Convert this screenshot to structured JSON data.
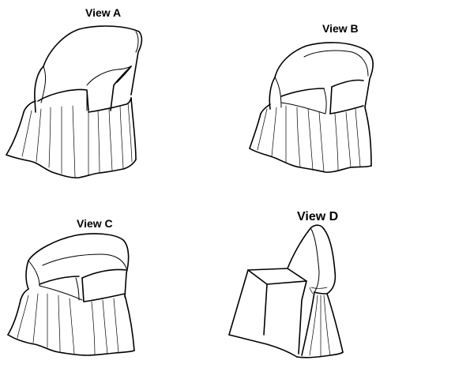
{
  "views": [
    {
      "id": "a",
      "label": "View A",
      "depicts": "armchair-with-gathered-skirt"
    },
    {
      "id": "b",
      "label": "View B",
      "depicts": "tub-chair-with-gathered-skirt"
    },
    {
      "id": "c",
      "label": "View C",
      "depicts": "barrel-chair-with-gathered-skirt"
    },
    {
      "id": "d",
      "label": "View D",
      "depicts": "folding-chair-cover"
    }
  ],
  "colors": {
    "line": "#000000",
    "background": "#ffffff"
  }
}
